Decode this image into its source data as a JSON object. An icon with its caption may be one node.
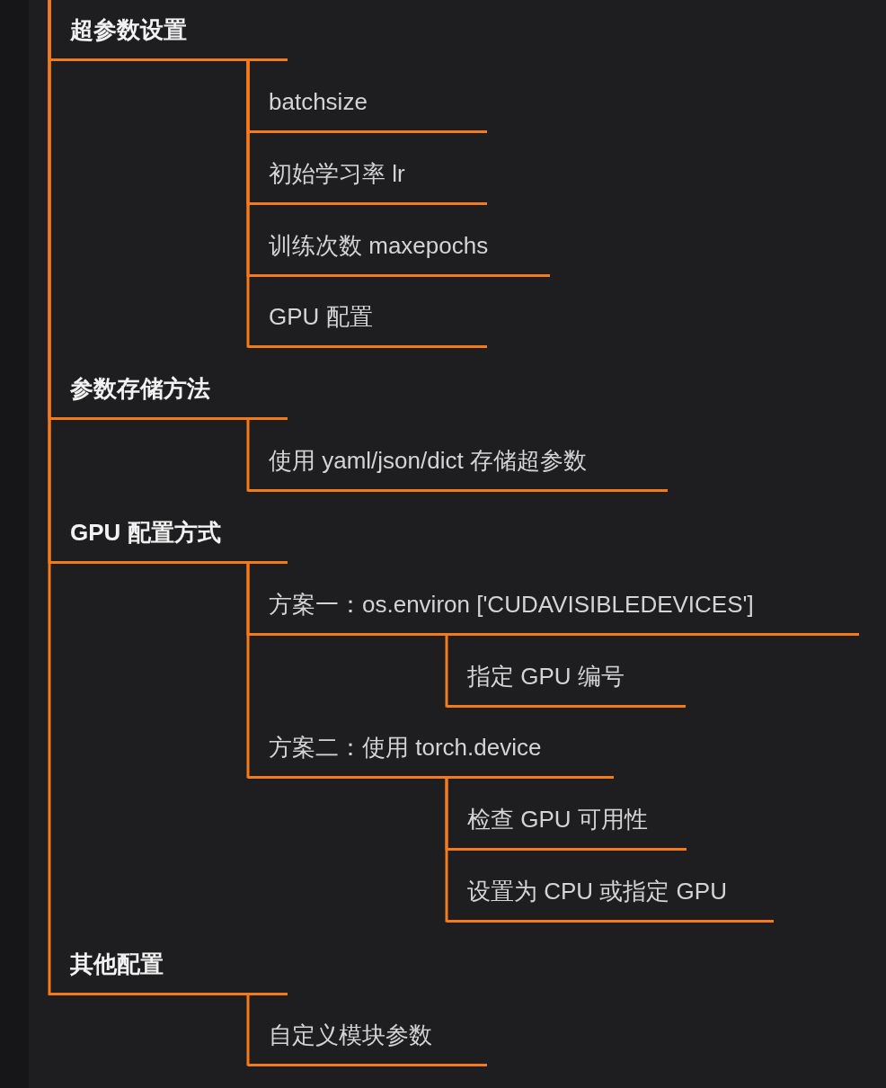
{
  "diagram": {
    "nodes": [
      {
        "text": [
          "超参数设置"
        ]
      },
      {
        "text": [
          "batchsize"
        ]
      },
      {
        "text": [
          "初始学习率 lr"
        ]
      },
      {
        "text": [
          "训练次数 maxepochs"
        ]
      },
      {
        "text": [
          "GPU 配置"
        ]
      },
      {
        "text": [
          "参数存储方法"
        ]
      },
      {
        "text": [
          "使用 yaml/json/dict 存储超参数"
        ]
      },
      {
        "text": [
          "GPU 配置方式"
        ]
      },
      {
        "text": [
          "方案一：os.environ ['CUDAVISIBLEDEVICES']"
        ]
      },
      {
        "text": [
          "指定 GPU 编号"
        ]
      },
      {
        "text": [
          "方案二：使用 torch.device"
        ]
      },
      {
        "text": [
          "检查 GPU 可用性"
        ]
      },
      {
        "text": [
          "设置为 CPU 或指定 GPU"
        ]
      },
      {
        "text": [
          "其他配置"
        ]
      },
      {
        "text": [
          "自定义模块参数"
        ]
      }
    ],
    "edges": [
      {
        "from": null,
        "to": 0,
        "arrow": "none"
      },
      {
        "from": null,
        "to": 5,
        "arrow": "none"
      },
      {
        "from": null,
        "to": 7,
        "arrow": "none"
      },
      {
        "from": null,
        "to": 13,
        "arrow": "none"
      },
      {
        "from": 0,
        "to": 1,
        "arrow": "none"
      },
      {
        "from": 0,
        "to": 2,
        "arrow": "none"
      },
      {
        "from": 0,
        "to": 3,
        "arrow": "none"
      },
      {
        "from": 0,
        "to": 4,
        "arrow": "none"
      },
      {
        "from": 5,
        "to": 6,
        "arrow": "none"
      },
      {
        "from": 7,
        "to": 8,
        "arrow": "none"
      },
      {
        "from": 7,
        "to": 10,
        "arrow": "none"
      },
      {
        "from": 8,
        "to": 9,
        "arrow": "none"
      },
      {
        "from": 10,
        "to": 11,
        "arrow": "none"
      },
      {
        "from": 10,
        "to": 12,
        "arrow": "none"
      },
      {
        "from": 13,
        "to": 14,
        "arrow": "none"
      }
    ]
  }
}
